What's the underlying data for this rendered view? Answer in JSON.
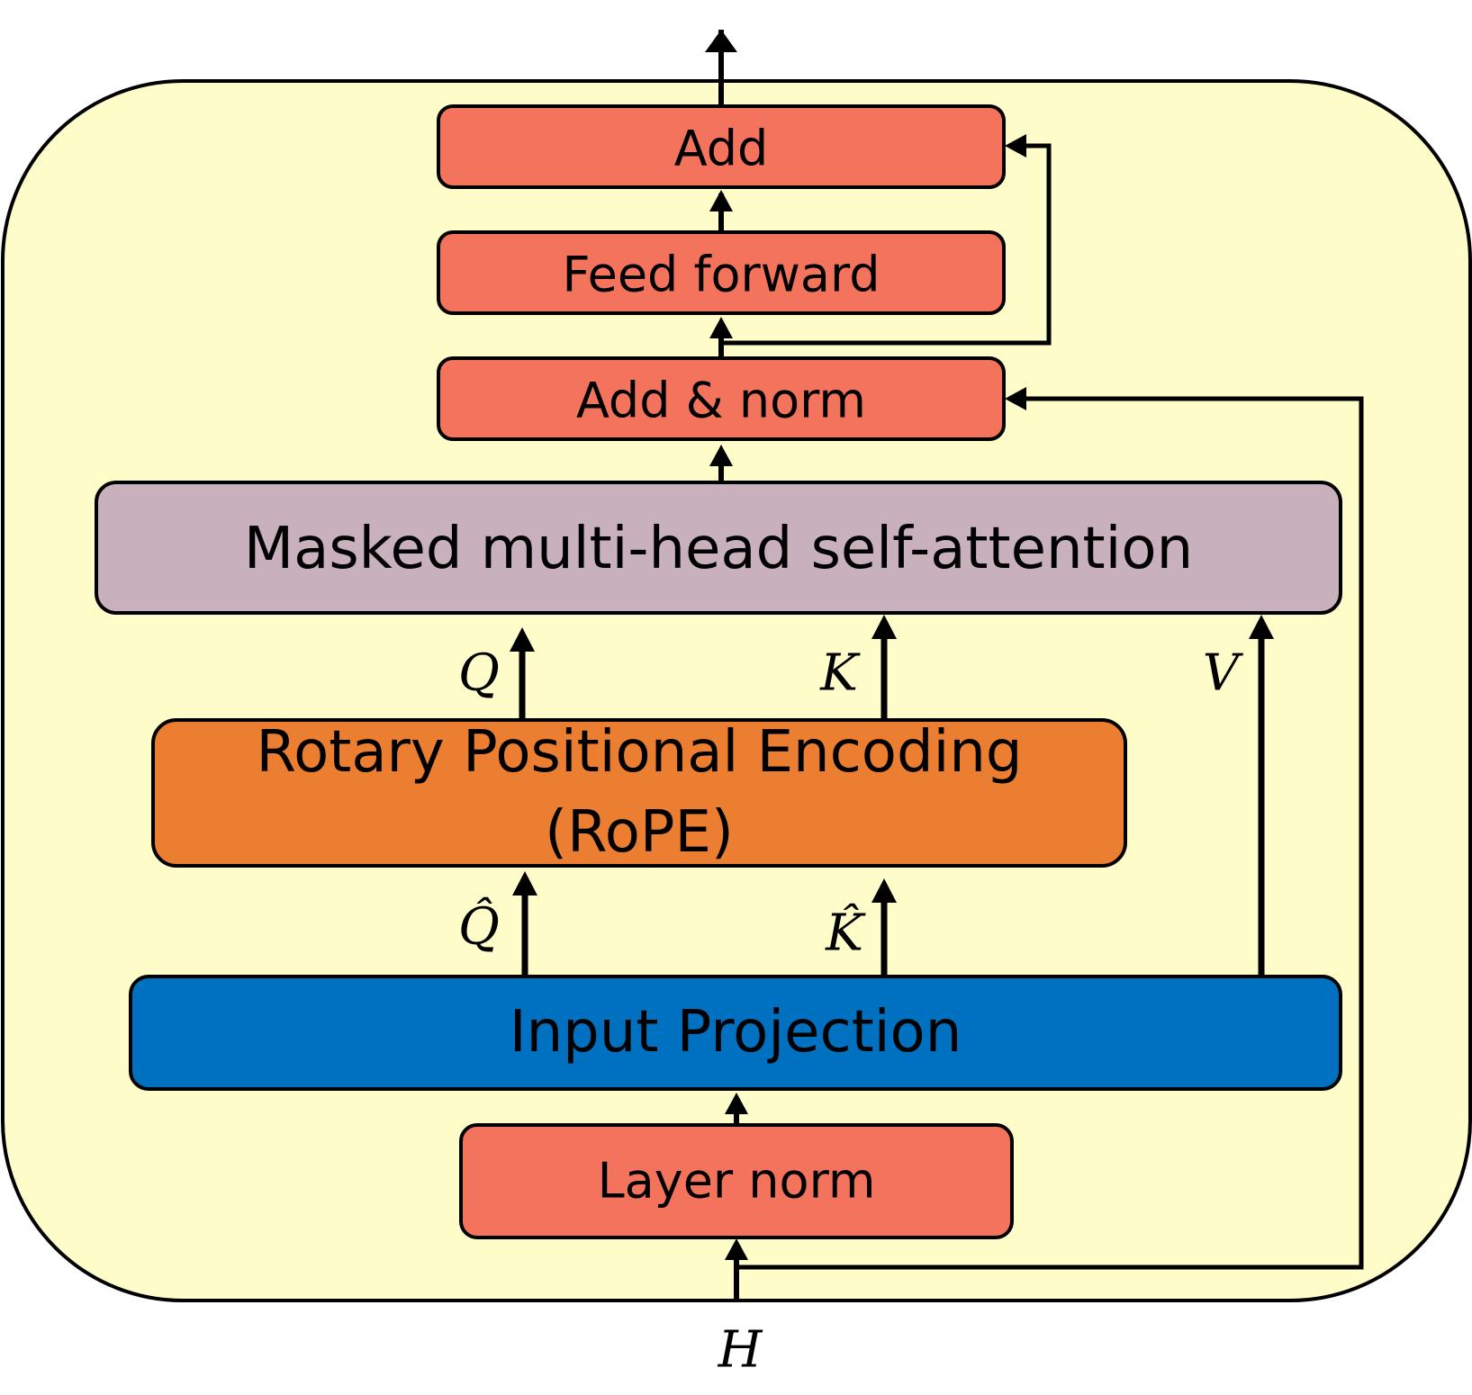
{
  "colors": {
    "container": "#fefdc9",
    "salmon": "#f4735c",
    "attention": "#c8b0bc",
    "rope": "#eb7e31",
    "projection": "#0070c0",
    "stroke": "#000000"
  },
  "blocks": {
    "add": "Add",
    "feed_forward": "Feed forward",
    "add_norm": "Add & norm",
    "attention": "Masked multi-head self-attention",
    "rope_line1": "Rotary Positional Encoding",
    "rope_line2": "(RoPE)",
    "input_projection": "Input Projection",
    "layer_norm": "Layer norm"
  },
  "symbols": {
    "q": "Q",
    "k": "K",
    "v": "V",
    "q_hat": "Q̂",
    "k_hat": "K̂",
    "h": "H"
  }
}
